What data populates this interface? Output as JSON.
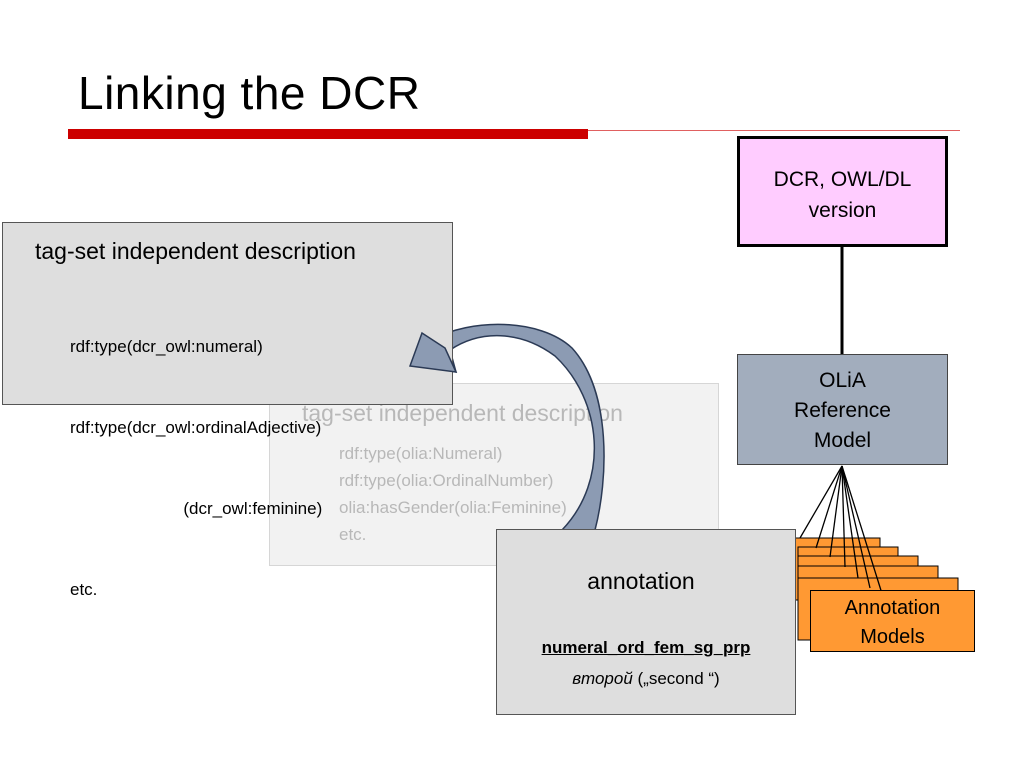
{
  "slide": {
    "title": "Linking the DCR"
  },
  "dcr_box": {
    "line1": "DCR, OWL/DL",
    "line2": "version"
  },
  "olia_box": {
    "line1": "OLiA",
    "line2": "Reference",
    "line3": "Model"
  },
  "annotation_models_box": {
    "line1": "Annotation",
    "line2": "Models"
  },
  "dcr_description": {
    "heading": "tag-set independent description",
    "lines": [
      "rdf:type(dcr_owl:numeral)",
      "rdf:type(dcr_owl:ordinalAdjective)",
      "                        (dcr_owl:feminine)",
      "etc."
    ]
  },
  "olia_description": {
    "heading": "tag-set independent description",
    "lines": [
      "rdf:type(olia:Numeral)",
      "rdf:type(olia:OrdinalNumber)",
      "olia:hasGender(olia:Feminine)",
      "etc."
    ]
  },
  "annotation_box": {
    "heading": "annotation",
    "tag": "numeral_ord_fem_sg_prp",
    "word": "второй",
    "translation": "(„second “)"
  },
  "colors": {
    "title_rule": "#cc0000",
    "dcr_fill": "#ffccff",
    "olia_fill": "#a2adbd",
    "annotation_models_fill": "#ff9933",
    "arrow_fill": "#8c9bb3"
  }
}
